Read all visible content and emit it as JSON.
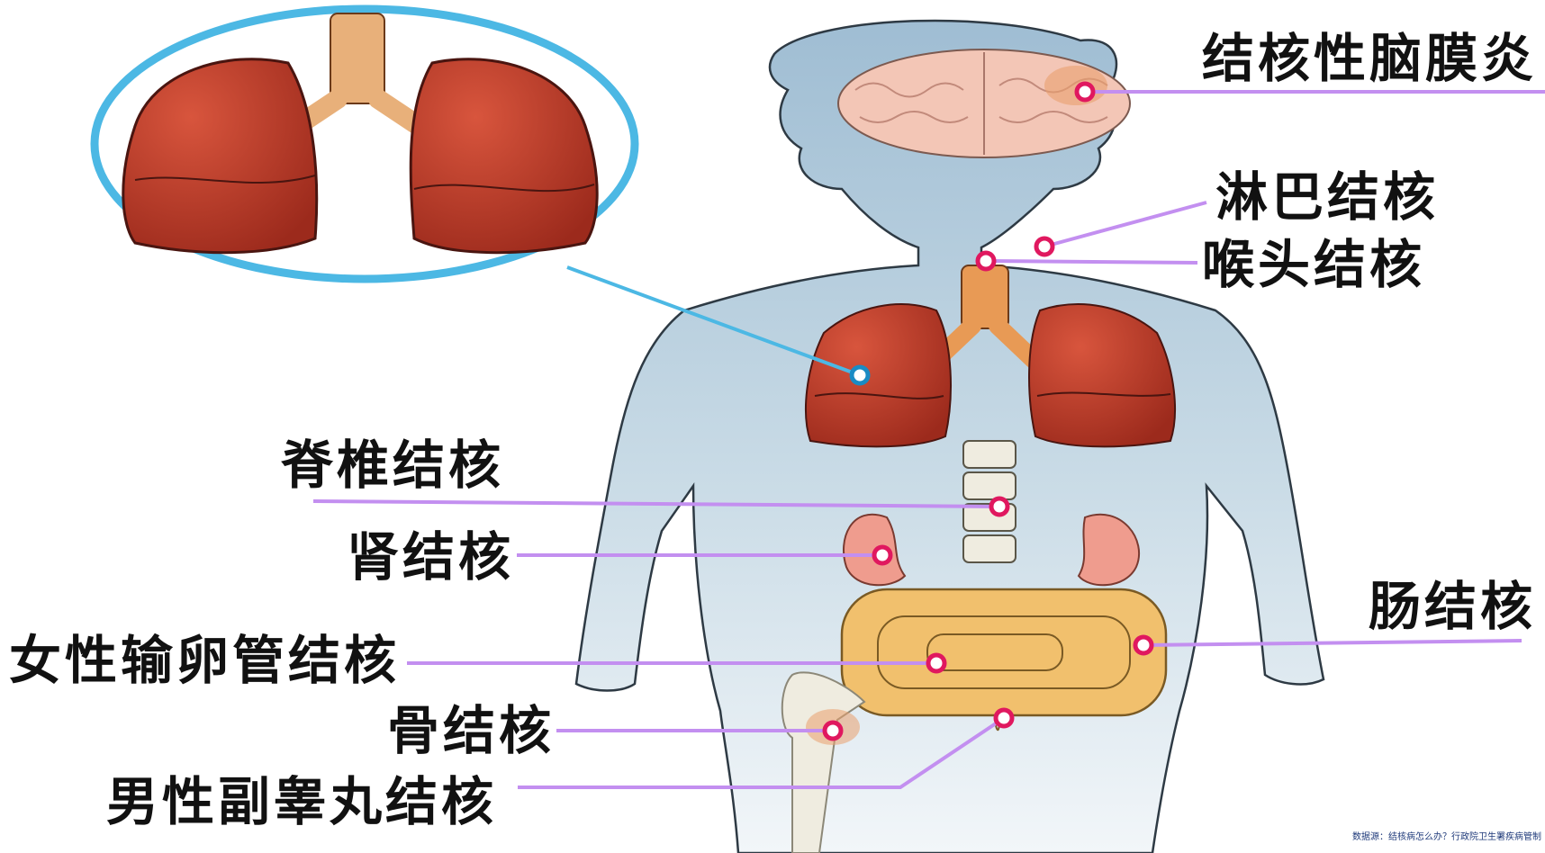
{
  "labels": {
    "meningitis": "结核性脑膜炎",
    "lymph": "淋巴结核",
    "larynx": "喉头结核",
    "spine": "脊椎结核",
    "kidney": "肾结核",
    "intestine": "肠结核",
    "fallopian": "女性输卵管结核",
    "bone": "骨结核",
    "epididymis": "男性副睾丸结核"
  },
  "source": "数据源：结核病怎么办？行政院卫生署疾病管制",
  "colors": {
    "leader_line": "#c38ff0",
    "lung_pointer": "#4cb8e4",
    "body_fill": "#a9c6d9",
    "lung": "#b33222",
    "brain": "#f3c6b6",
    "intestine": "#f1c06d",
    "kidney": "#ef9c8e",
    "trachea": "#e89a55",
    "spine": "#efece0",
    "marker": "#e0185f"
  }
}
